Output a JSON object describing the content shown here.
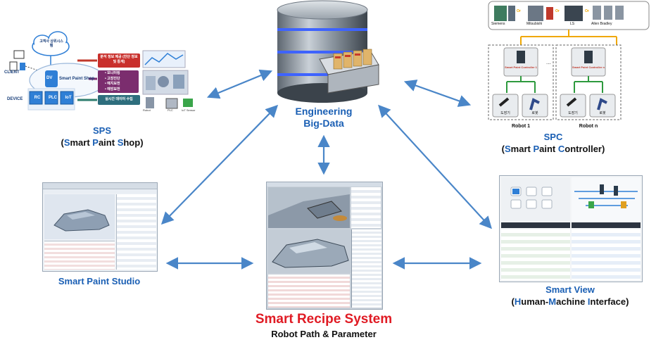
{
  "center": {
    "title": "Smart Recipe System",
    "subtitle": "Robot Path & Parameter",
    "title_color": "#e01b24"
  },
  "bigdata": {
    "line1": "Engineering",
    "line2": "Big-Data"
  },
  "sps": {
    "abbr": "SPS",
    "full": [
      {
        "c": "S",
        "r": "mart "
      },
      {
        "c": "P",
        "r": "aint "
      },
      {
        "c": "S",
        "r": "hop"
      }
    ],
    "cloud": "고객사 상위시스템",
    "client": "CLIENT",
    "dv": "DV",
    "hub": "Smart Paint Shop",
    "device": "DEVICE",
    "devices": [
      "RC",
      "PLC",
      "IoT"
    ],
    "box_info": "분석 정보 제공 (진단 정보 및 통계)",
    "box_monitor": [
      "• 모니터링",
      "• 고장진단",
      "• 예지보전",
      "• 예방보전"
    ],
    "box_collect": "실시간 데이터 수집",
    "dev_labels": [
      "Robot",
      "PLC",
      "IoT Sensor"
    ]
  },
  "spc": {
    "abbr": "SPC",
    "full": [
      {
        "c": "S",
        "r": "mart "
      },
      {
        "c": "P",
        "r": "aint "
      },
      {
        "c": "C",
        "r": "ontroller"
      }
    ],
    "plc_brands": [
      "Siemens",
      "Mitsubishi",
      "LS",
      "Allen Bradley"
    ],
    "or": "Or",
    "controller1": "Smart Paint Controller 1",
    "controllern": "Smart Paint Controller n",
    "dots": "...",
    "tool1": "도장기",
    "tool2": "로봇",
    "robot1": "Robot 1",
    "robotn": "Robot n"
  },
  "studio": {
    "label": "Smart Paint Studio"
  },
  "view": {
    "label": "Smart View",
    "full": [
      {
        "c": "H",
        "r": "uman-"
      },
      {
        "c": "M",
        "r": "achine "
      },
      {
        "c": "I",
        "r": "nterface"
      }
    ]
  },
  "colors": {
    "arrow": "#4a86c8",
    "blue_label": "#1a5fb4",
    "red": "#e01b24",
    "orange": "#f0a800",
    "green": "#2e9a3e",
    "device_blue": "#2f7fd6"
  }
}
